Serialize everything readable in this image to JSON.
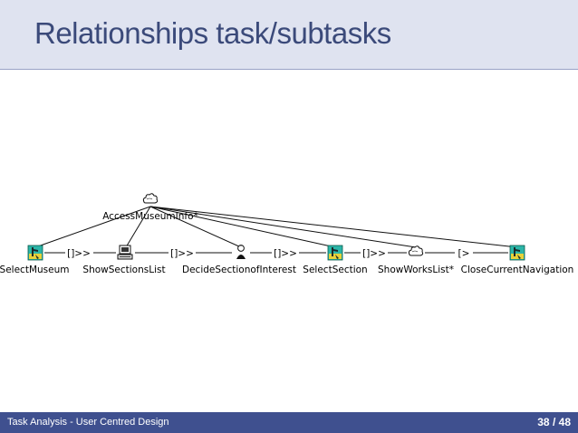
{
  "slide": {
    "title": "Relationships task/subtasks",
    "footer_text": "Task Analysis - User Centred Design",
    "page_current": "38",
    "page_separator": "/",
    "page_total": "48"
  },
  "diagram": {
    "root": {
      "label": "AccessMuseumInfo*",
      "icon": "cloud-abstract-icon"
    },
    "children": [
      {
        "label": "SelectMuseum",
        "icon": "user-interaction-icon"
      },
      {
        "label": "ShowSectionsList",
        "icon": "computer-application-icon"
      },
      {
        "label": "DecideSectionofInterest",
        "icon": "person-cognitive-icon"
      },
      {
        "label": "SelectSection",
        "icon": "user-interaction-icon"
      },
      {
        "label": "ShowWorksList*",
        "icon": "cloud-abstract-icon"
      },
      {
        "label": "CloseCurrentNavigation",
        "icon": "user-interaction-icon"
      }
    ],
    "operators": [
      "[]>>",
      "[]>>",
      "[]>>",
      "[]>>",
      "[>"
    ]
  }
}
